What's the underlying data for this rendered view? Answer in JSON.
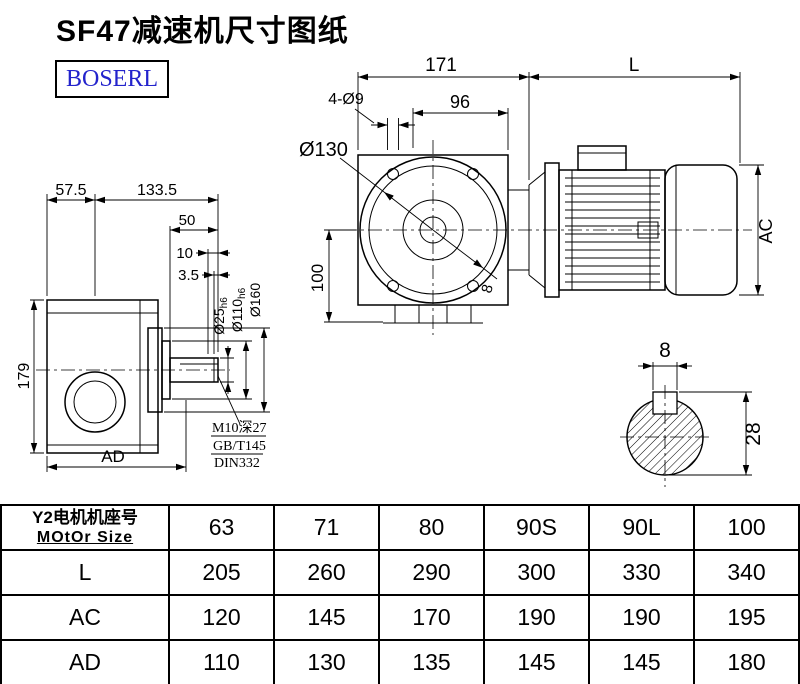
{
  "page": {
    "title": "SF47减速机尺寸图纸",
    "brand": "BOSERL"
  },
  "left_view": {
    "dim_57_5": "57.5",
    "dim_133_5": "133.5",
    "dim_50": "50",
    "dim_10": "10",
    "dim_3_5": "3.5",
    "dim_179": "179",
    "dim_ad": "AD",
    "dia_shaft": "Ø25",
    "dia_shaft_tol": "h6",
    "dia_spigot": "Ø110",
    "dia_spigot_tol": "h6",
    "dia_flange": "Ø160",
    "note_tap": "M10深27",
    "note_std1": "GB/T145",
    "note_std2": "DIN332"
  },
  "front_view": {
    "dim_171": "171",
    "dim_96": "96",
    "dim_holes": "4-Ø9",
    "dim_bolt_circle": "Ø130",
    "dim_100": "100",
    "dim_8": "8"
  },
  "motor_view": {
    "dim_l": "L",
    "dim_ac": "AC"
  },
  "shaft_section": {
    "dim_key_width": "8",
    "dim_height": "28"
  },
  "table": {
    "header_label_cn": "Y2电机机座号",
    "header_label_en": "MOtOr Size",
    "motor_sizes": [
      "63",
      "71",
      "80",
      "90S",
      "90L",
      "100"
    ],
    "rows": [
      {
        "label": "L",
        "values": [
          "205",
          "260",
          "290",
          "300",
          "330",
          "340"
        ]
      },
      {
        "label": "AC",
        "values": [
          "120",
          "145",
          "170",
          "190",
          "190",
          "195"
        ]
      },
      {
        "label": "AD",
        "values": [
          "110",
          "130",
          "135",
          "145",
          "145",
          "180"
        ]
      }
    ]
  }
}
